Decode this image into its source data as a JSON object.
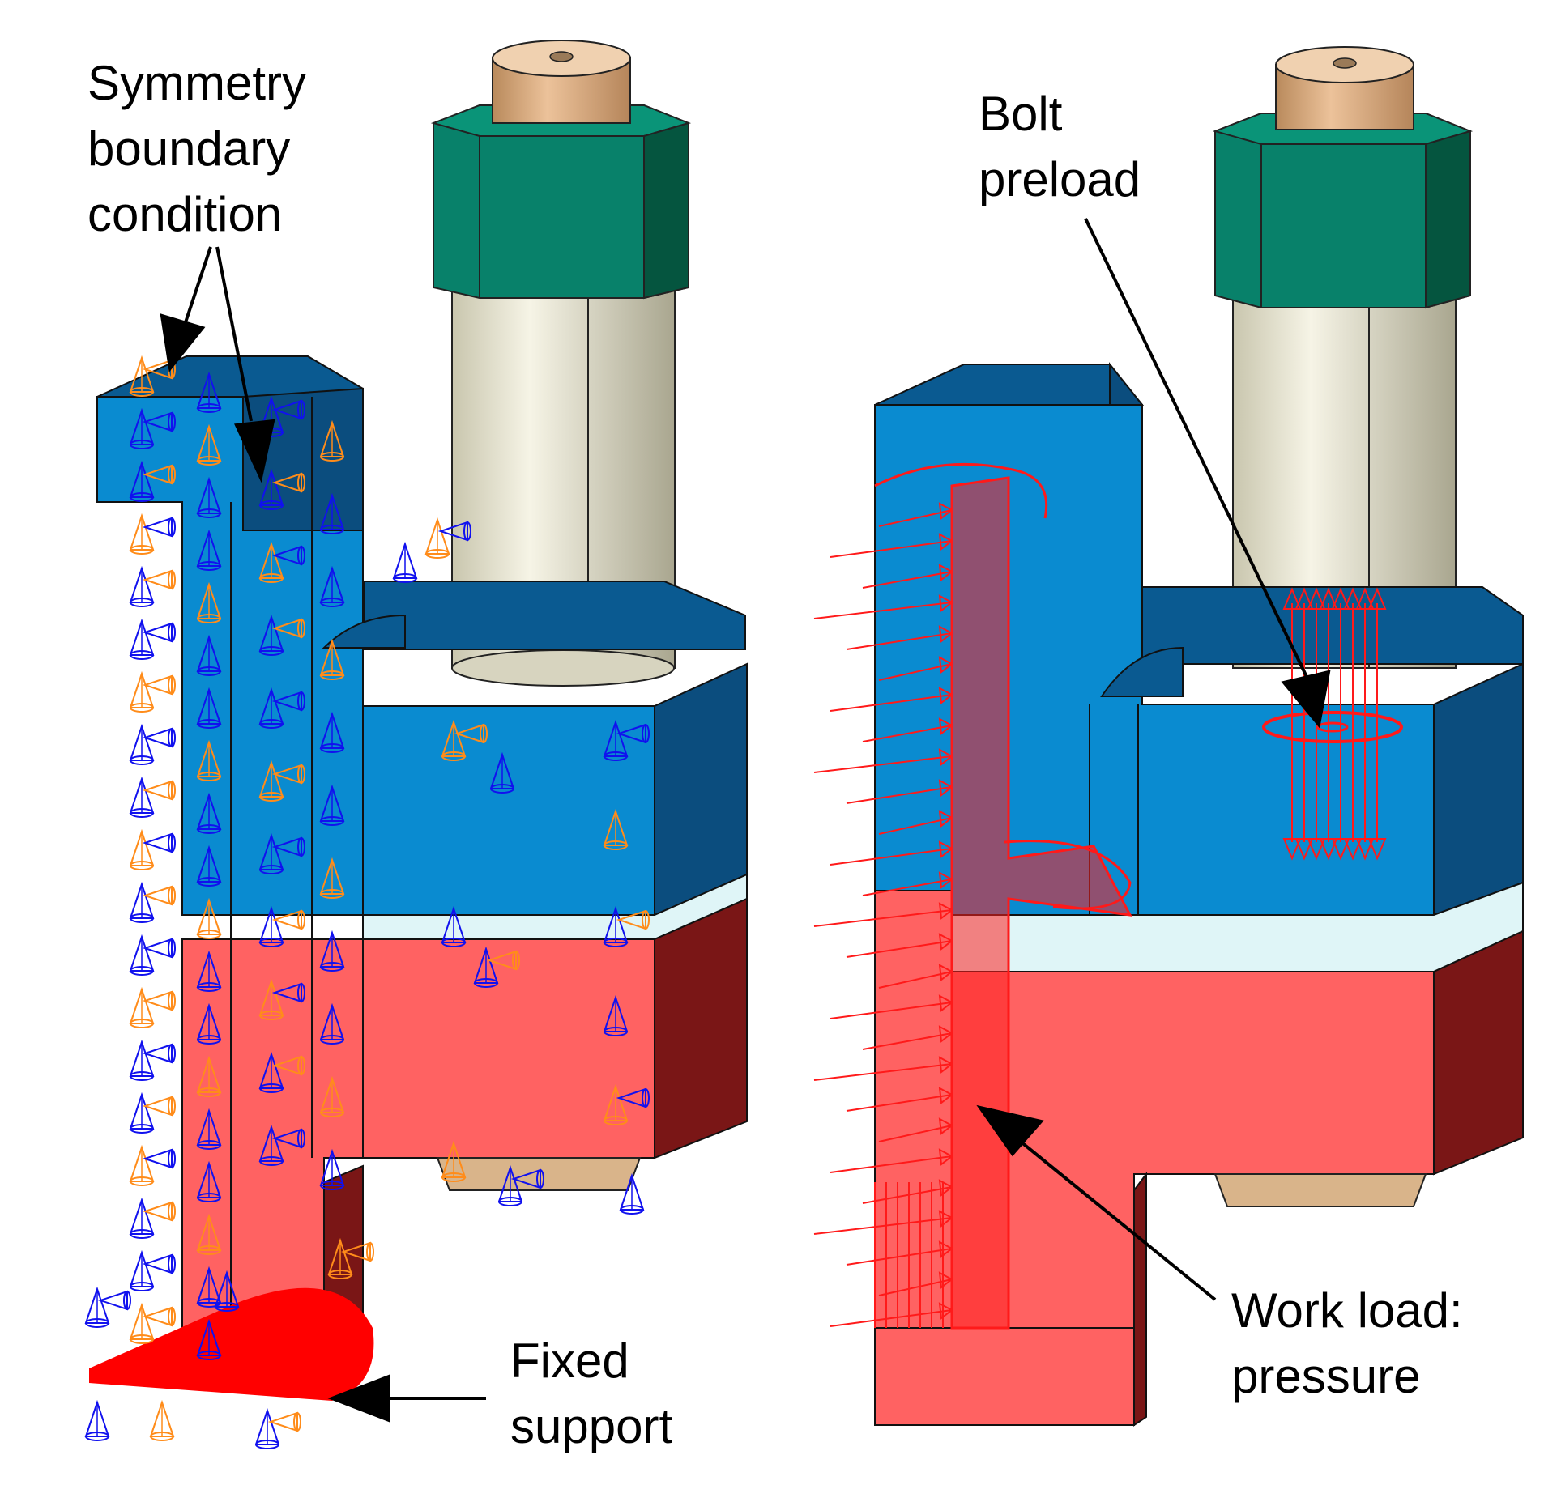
{
  "colors": {
    "flange_blue_front": "#0a8bd0",
    "flange_blue_side": "#0b4d7e",
    "flange_blue_top": "#0a5a91",
    "flange_red_front": "#ff6262",
    "flange_red_side": "#7a1616",
    "gasket": "#dff5f7",
    "nut_green": "#08816a",
    "nut_green_dark": "#05553f",
    "bolt_cream": "#e9e6d2",
    "bolt_tip_tan": "#d9a676",
    "fixed_support_red": "#ff0000",
    "symmetry_blue": "#1111ee",
    "symmetry_orange": "#ff8c1a",
    "load_red": "#ff1a1a"
  },
  "callouts": {
    "symmetry": [
      "Symmetry",
      "boundary",
      "condition"
    ],
    "fixed_support": [
      "Fixed",
      "support"
    ],
    "bolt_preload": [
      "Bolt",
      "preload"
    ],
    "work_load": [
      "Work load:",
      "pressure"
    ]
  },
  "icons": {
    "symmetry_marker": "cone-arrow-icon",
    "pressure_marker": "arrow-icon"
  }
}
